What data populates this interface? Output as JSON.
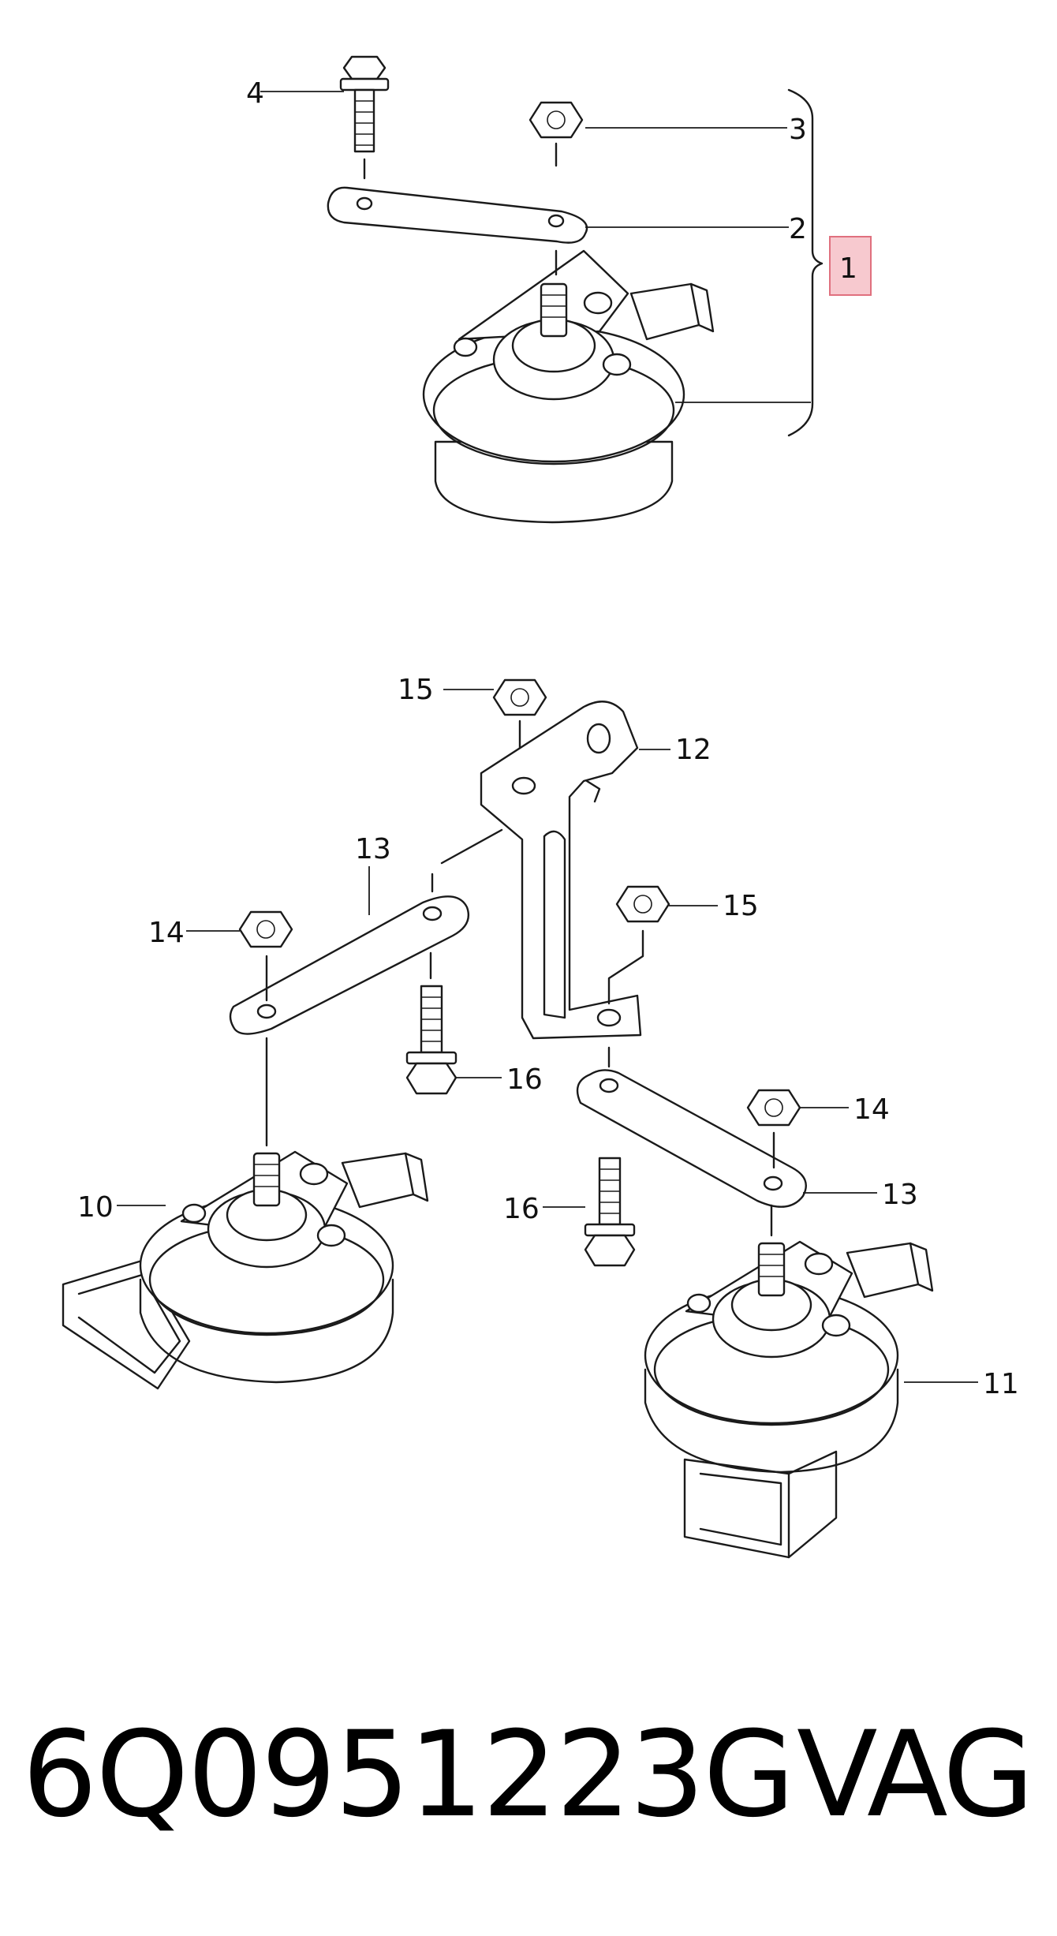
{
  "callouts": {
    "c1": "1",
    "c2": "2",
    "c3": "3",
    "c4": "4",
    "c10": "10",
    "c11": "11",
    "c12": "12",
    "c13a": "13",
    "c13b": "13",
    "c14a": "14",
    "c14b": "14",
    "c15a": "15",
    "c15b": "15",
    "c16a": "16",
    "c16b": "16"
  },
  "highlight_color": "#f7c9cf",
  "highlight_border": "#e0707e",
  "footer": {
    "part_number": "6Q0951223G",
    "brand": "VAG"
  }
}
